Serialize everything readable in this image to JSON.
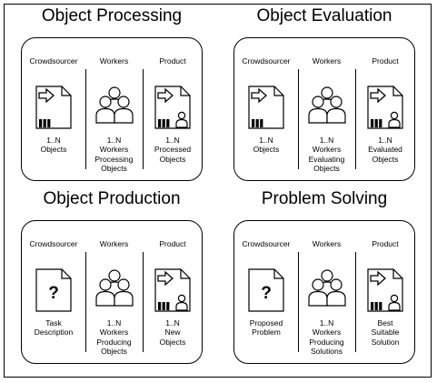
{
  "quadrants": [
    {
      "title": "Object Processing",
      "columns": [
        {
          "header": "Crowdsourcer",
          "icon": "document-input-icon",
          "caption": [
            "1..N",
            "Objects"
          ]
        },
        {
          "header": "Workers",
          "icon": "workers-group-icon",
          "caption": [
            "1..N",
            "Workers",
            "Processing",
            "Objects"
          ]
        },
        {
          "header": "Product",
          "icon": "document-output-icon",
          "caption": [
            "1..N",
            "Processed",
            "Objects"
          ]
        }
      ]
    },
    {
      "title": "Object Evaluation",
      "columns": [
        {
          "header": "Crowdsourcer",
          "icon": "document-input-icon",
          "caption": [
            "1..N",
            "Objects"
          ]
        },
        {
          "header": "Workers",
          "icon": "workers-group-icon",
          "caption": [
            "1..N",
            "Workers",
            "Evaluating",
            "Objects"
          ]
        },
        {
          "header": "Product",
          "icon": "document-output-icon",
          "caption": [
            "1..N",
            "Evaluated",
            "Objects"
          ]
        }
      ]
    },
    {
      "title": "Object Production",
      "columns": [
        {
          "header": "Crowdsourcer",
          "icon": "question-document-icon",
          "caption": [
            "Task",
            "Description"
          ]
        },
        {
          "header": "Workers",
          "icon": "workers-group-icon",
          "caption": [
            "1..N",
            "Workers",
            "Producing",
            "Objects"
          ]
        },
        {
          "header": "Product",
          "icon": "document-output-icon",
          "caption": [
            "1..N",
            "New",
            "Objects"
          ]
        }
      ]
    },
    {
      "title": "Problem Solving",
      "columns": [
        {
          "header": "Crowdsourcer",
          "icon": "question-document-icon",
          "caption": [
            "Proposed",
            "Problem"
          ]
        },
        {
          "header": "Workers",
          "icon": "workers-group-icon",
          "caption": [
            "1..N",
            "Workers",
            "Producing",
            "Solutions"
          ]
        },
        {
          "header": "Product",
          "icon": "document-output-icon",
          "caption": [
            "Best",
            "Suitable",
            "Solution"
          ]
        }
      ]
    }
  ],
  "colors": {
    "line": "#000000",
    "background": "#ffffff"
  }
}
